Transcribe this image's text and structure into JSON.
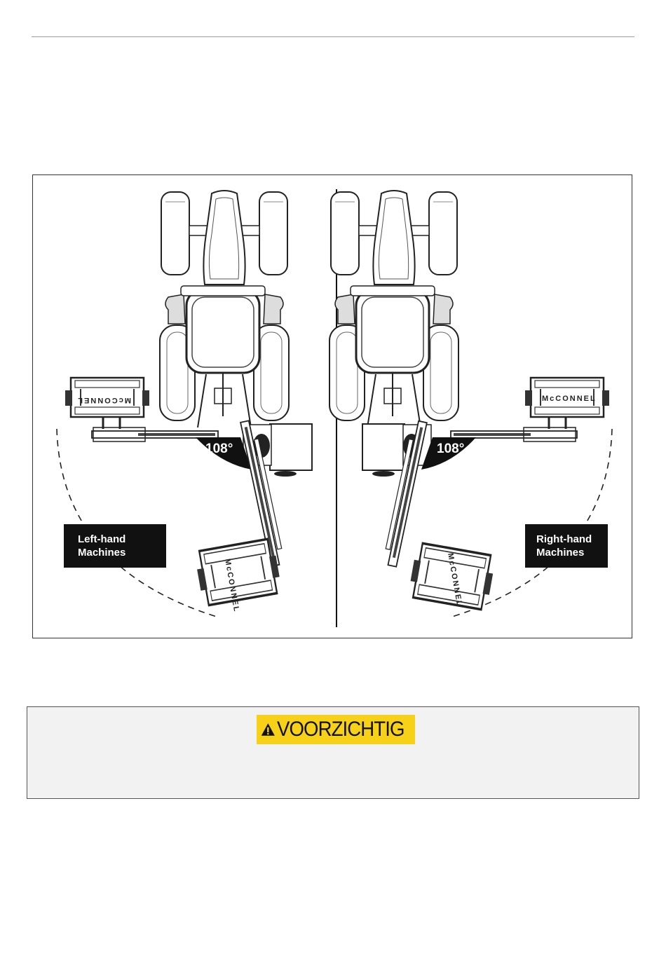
{
  "figure": {
    "left_label": [
      "Left-hand",
      "Machines"
    ],
    "right_label": [
      "Right-hand",
      "Machines"
    ],
    "angle_left": "108°",
    "angle_right": "108°",
    "brand_mark": "McCONNEL"
  },
  "caution": {
    "label": "VOORZICHTIG",
    "colors": {
      "badge": "#f7d117",
      "box_bg": "#f2f2f2"
    }
  },
  "icons": [
    "warning-triangle-icon"
  ]
}
